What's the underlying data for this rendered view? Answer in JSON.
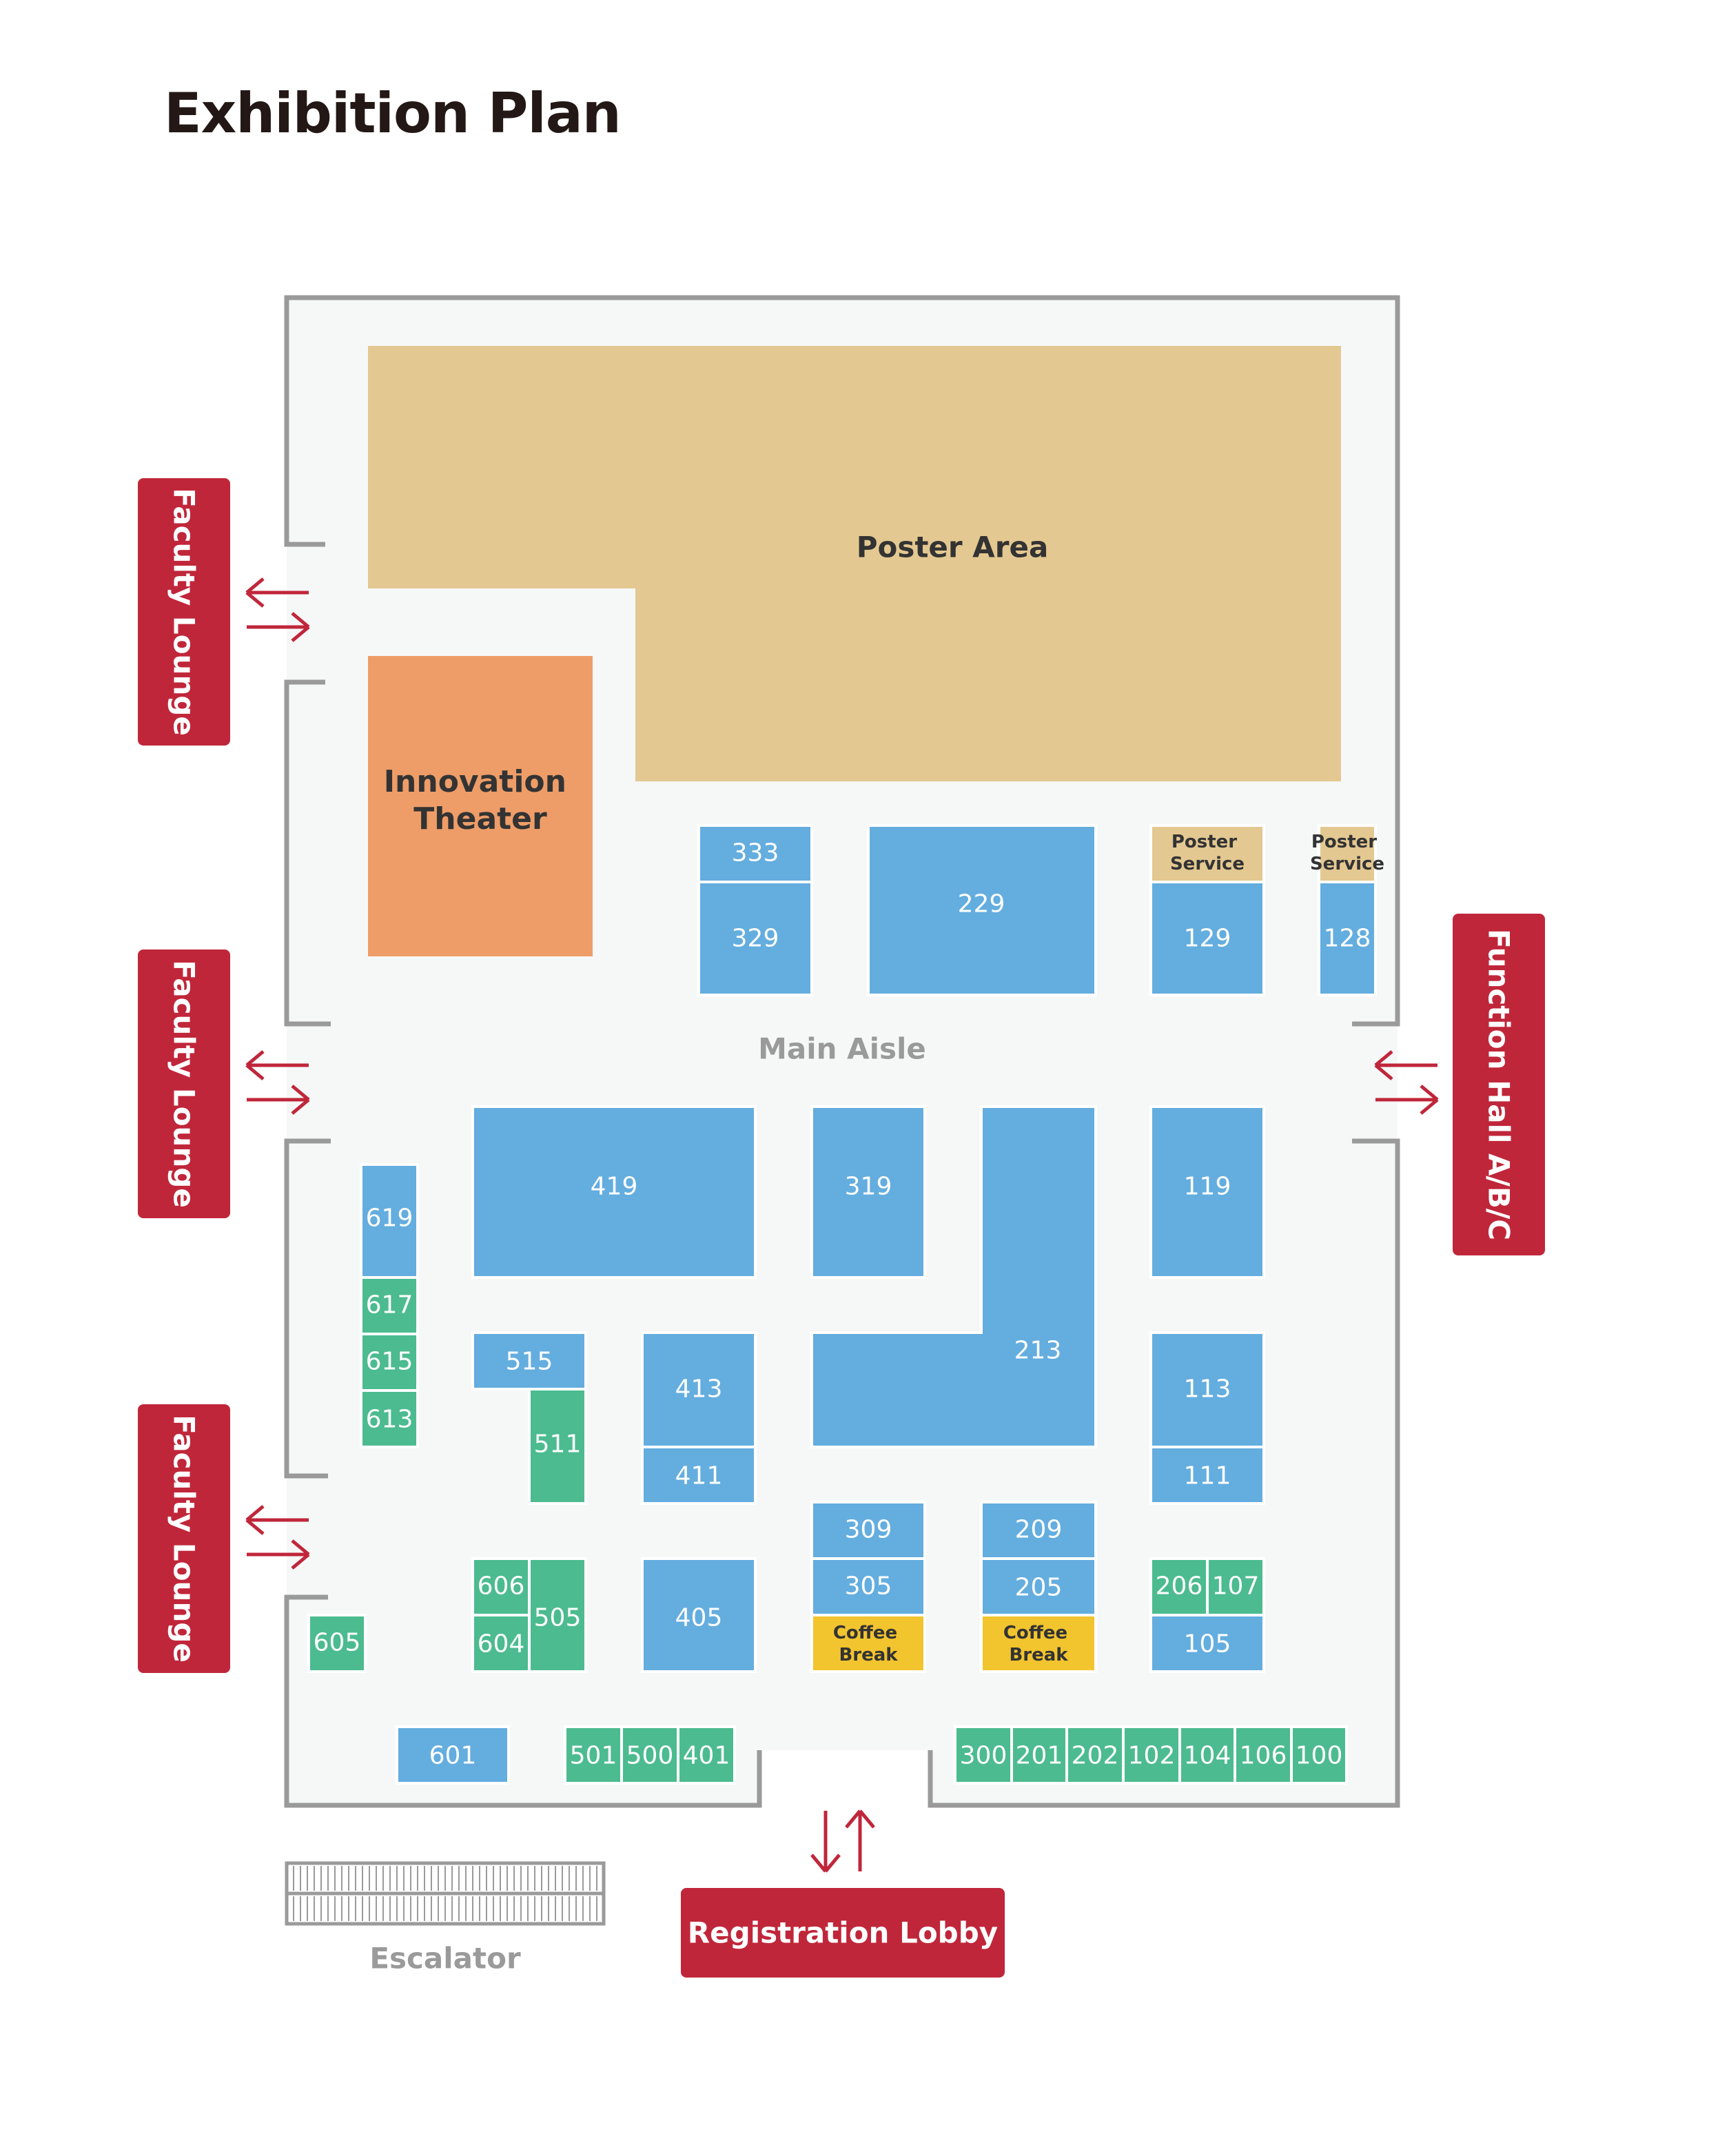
{
  "title": "Exhibition Plan",
  "colors": {
    "booth_blue": "#64addf",
    "booth_green": "#4cbb8f",
    "poster_area": "#e4c891",
    "innovation_theater": "#ee9d68",
    "coffee": "#f2c42e",
    "exit_red": "#c0263a",
    "wall_gray": "#9a9a9a",
    "floor": "#f6f8f8"
  },
  "zones": {
    "poster_area": "Poster Area",
    "innovation_theater": [
      "Innovation",
      "Theater"
    ],
    "main_aisle": "Main Aisle"
  },
  "exits": {
    "faculty_lounge_1": "Faculty Lounge",
    "faculty_lounge_2": "Faculty Lounge",
    "faculty_lounge_3": "Faculty Lounge",
    "function_hall": "Function Hall A/B/C",
    "registration_lobby": "Registration Lobby"
  },
  "escalator_label": "Escalator",
  "booths": {
    "b333": "333",
    "b329": "329",
    "b229": "229",
    "b129": "129",
    "b128": "128",
    "b419": "419",
    "b319": "319",
    "b213": "213",
    "b119": "119",
    "b619": "619",
    "b617": "617",
    "b615": "615",
    "b613": "613",
    "b515": "515",
    "b511": "511",
    "b413": "413",
    "b411": "411",
    "b113": "113",
    "b111": "111",
    "b309": "309",
    "b305": "305",
    "b209": "209",
    "b205": "205",
    "b206": "206",
    "b107": "107",
    "b105": "105",
    "b606": "606",
    "b604": "604",
    "b505": "505",
    "b405": "405",
    "b605": "605",
    "b601": "601",
    "b501": "501",
    "b500": "500",
    "b401": "401",
    "b300": "300",
    "b201": "201",
    "b202": "202",
    "b102": "102",
    "b104": "104",
    "b106": "106",
    "b100": "100"
  },
  "poster_service_1": [
    "Poster",
    "Service"
  ],
  "poster_service_2": [
    "Poster",
    "Service"
  ],
  "coffee_break_1": [
    "Coffee",
    "Break"
  ],
  "coffee_break_2": [
    "Coffee",
    "Break"
  ]
}
